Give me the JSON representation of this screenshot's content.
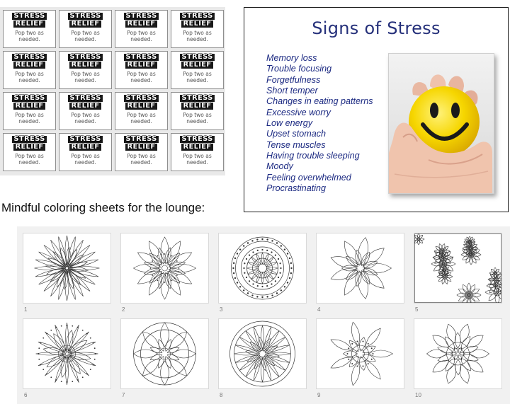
{
  "tag_card": {
    "title_line1": "STRESS",
    "title_line2": "RELIEF",
    "note": "Pop two as needed."
  },
  "signs_slide": {
    "title": "Signs of Stress",
    "items": [
      "Memory loss",
      "Trouble focusing",
      "Forgetfulness",
      "Short temper",
      "Changes in eating patterns",
      "Excessive worry",
      "Low energy",
      "Upset stomach",
      "Tense muscles",
      "Having trouble sleeping",
      "Moody",
      "Feeling overwhelmed",
      "Procrastinating"
    ],
    "photo_icon": "smiley-stress-ball-in-hand"
  },
  "caption": "Mindful coloring sheets for the lounge:",
  "gallery": {
    "items": [
      {
        "number": "1",
        "icon": "mandala-1"
      },
      {
        "number": "2",
        "icon": "mandala-2"
      },
      {
        "number": "3",
        "icon": "mandala-3"
      },
      {
        "number": "4",
        "icon": "mandala-4"
      },
      {
        "number": "5",
        "icon": "floral-pattern"
      },
      {
        "number": "6",
        "icon": "mandala-6"
      },
      {
        "number": "7",
        "icon": "mandala-7"
      },
      {
        "number": "8",
        "icon": "mandala-8"
      },
      {
        "number": "9",
        "icon": "mandala-9"
      },
      {
        "number": "10",
        "icon": "mandala-10"
      }
    ]
  },
  "colors": {
    "slide_text": "#1c2a82",
    "slide_title": "#25307a",
    "smiley_yellow": "#f6d600"
  }
}
